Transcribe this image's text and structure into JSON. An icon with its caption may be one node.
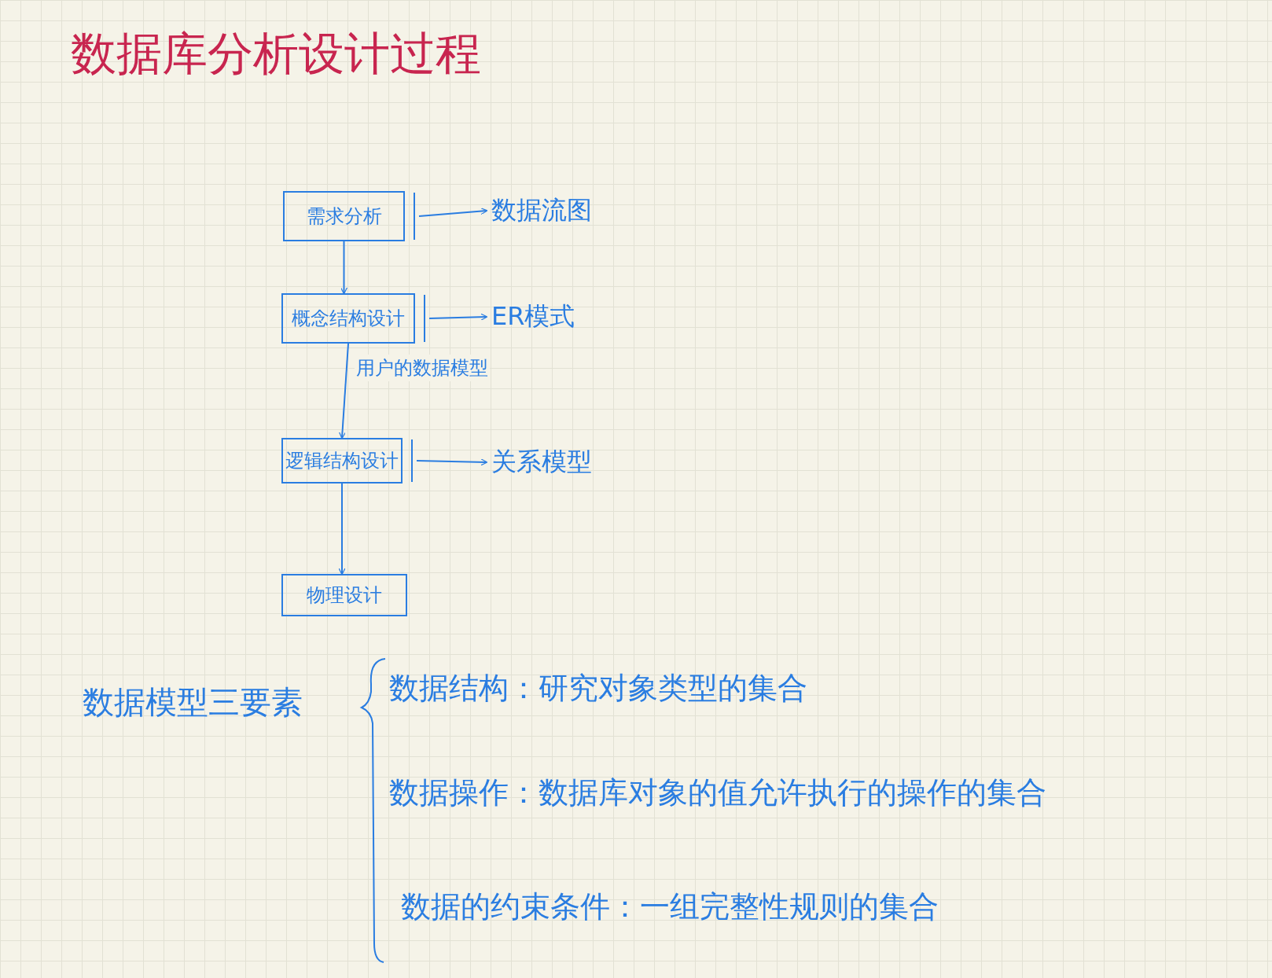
{
  "diagram": {
    "title": "数据库分析设计过程",
    "nodes": [
      {
        "text": [
          "需求分析"
        ]
      },
      {
        "text": [
          "概念结构设计"
        ]
      },
      {
        "text": [
          "逻辑结构设计"
        ]
      },
      {
        "text": [
          "物理设计"
        ]
      },
      {
        "text": [
          "数据流图"
        ]
      },
      {
        "text": [
          "ER模式"
        ]
      },
      {
        "text": [
          "关系模型"
        ]
      }
    ],
    "edges": [
      {
        "from": 0,
        "to": 1,
        "arrow": "to"
      },
      {
        "from": 1,
        "to": 2,
        "arrow": "to",
        "label": "用户的数据模型"
      },
      {
        "from": 2,
        "to": 3,
        "arrow": "to"
      },
      {
        "from": 0,
        "to": 4,
        "arrow": "to"
      },
      {
        "from": 1,
        "to": 5,
        "arrow": "to"
      },
      {
        "from": 2,
        "to": 6,
        "arrow": "to"
      }
    ],
    "labels": [
      "数据模型三要素",
      "数据结构：研究对象类型的集合",
      "数据操作：数据库对象的值允许执行的操作的集合",
      "数据的约束条件：一组完整性规则的集合"
    ]
  }
}
